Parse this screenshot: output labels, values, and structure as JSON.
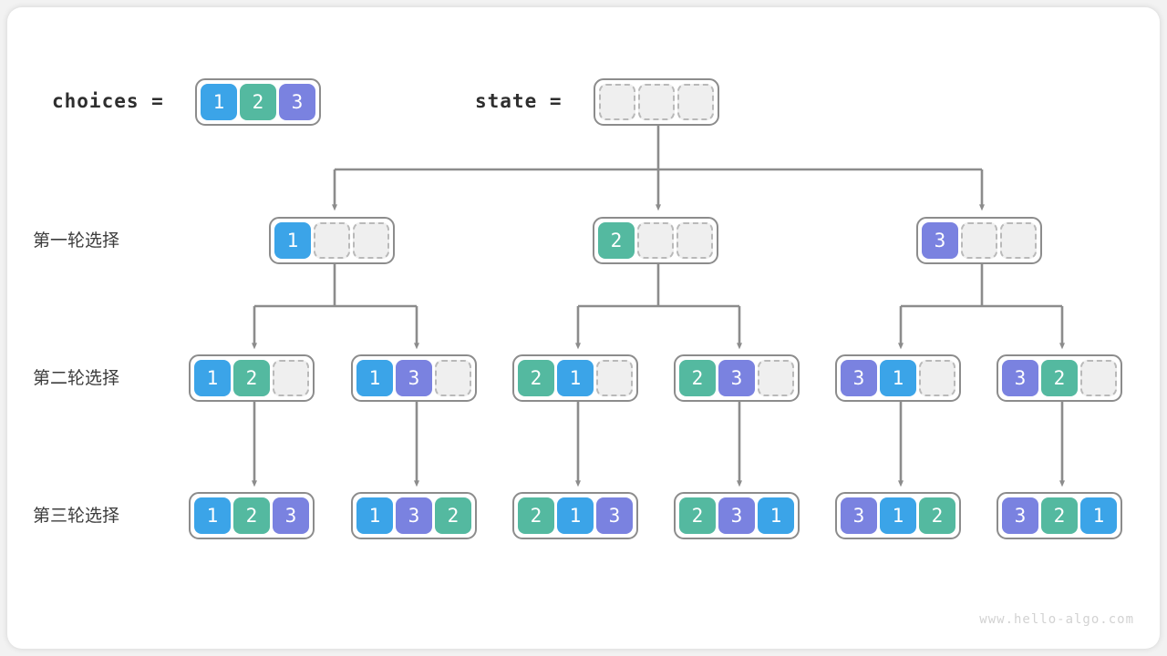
{
  "page": {
    "background": "#f2f2f2",
    "card_background": "#ffffff",
    "watermark": "www.hello-algo.com"
  },
  "palette": {
    "value_1": "#3ba4e8",
    "value_2": "#54b9a0",
    "value_3": "#7a82e0",
    "empty_fill": "#efefef",
    "empty_border": "#b9b9b9",
    "array_border": "#8c8c8c",
    "connector": "#8c8c8c",
    "text": "#2e2e2e"
  },
  "header": {
    "choices_label": "choices  =",
    "choices_values": [
      "1",
      "2",
      "3"
    ],
    "state_label": "state  =",
    "state_values": [
      "",
      "",
      ""
    ]
  },
  "rows": [
    {
      "label": "第一轮选择"
    },
    {
      "label": "第二轮选择"
    },
    {
      "label": "第三轮选择"
    }
  ],
  "level1": [
    {
      "values": [
        "1",
        "",
        ""
      ]
    },
    {
      "values": [
        "2",
        "",
        ""
      ]
    },
    {
      "values": [
        "3",
        "",
        ""
      ]
    }
  ],
  "level2": [
    {
      "values": [
        "1",
        "2",
        ""
      ]
    },
    {
      "values": [
        "1",
        "3",
        ""
      ]
    },
    {
      "values": [
        "2",
        "1",
        ""
      ]
    },
    {
      "values": [
        "2",
        "3",
        ""
      ]
    },
    {
      "values": [
        "3",
        "1",
        ""
      ]
    },
    {
      "values": [
        "3",
        "2",
        ""
      ]
    }
  ],
  "level3": [
    {
      "values": [
        "1",
        "2",
        "3"
      ]
    },
    {
      "values": [
        "1",
        "3",
        "2"
      ]
    },
    {
      "values": [
        "2",
        "1",
        "3"
      ]
    },
    {
      "values": [
        "2",
        "3",
        "1"
      ]
    },
    {
      "values": [
        "3",
        "1",
        "2"
      ]
    },
    {
      "values": [
        "3",
        "2",
        "1"
      ]
    }
  ]
}
